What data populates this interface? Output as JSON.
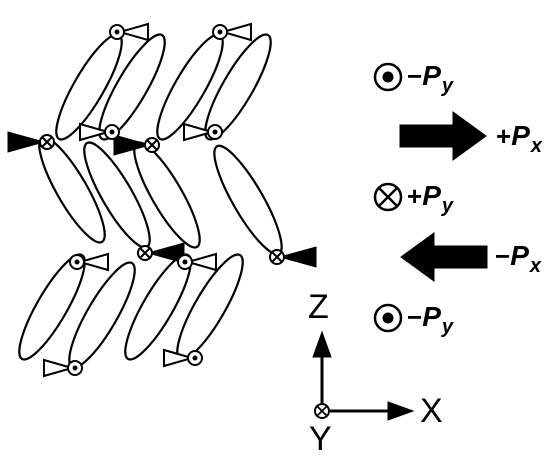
{
  "legend": [
    {
      "symbol": "dot-icon",
      "sign": "−",
      "letter": "P",
      "sub": "y"
    },
    {
      "symbol": "arrow-right",
      "sign": "+",
      "letter": "P",
      "sub": "x"
    },
    {
      "symbol": "cross-icon",
      "sign": "+",
      "letter": "P",
      "sub": "y"
    },
    {
      "symbol": "arrow-left",
      "sign": "−",
      "letter": "P",
      "sub": "x"
    },
    {
      "symbol": "dot-icon",
      "sign": "−",
      "letter": "P",
      "sub": "y"
    }
  ],
  "axes": {
    "vertical": "Z",
    "horizontal": "X",
    "out_of_plane": "Y"
  }
}
